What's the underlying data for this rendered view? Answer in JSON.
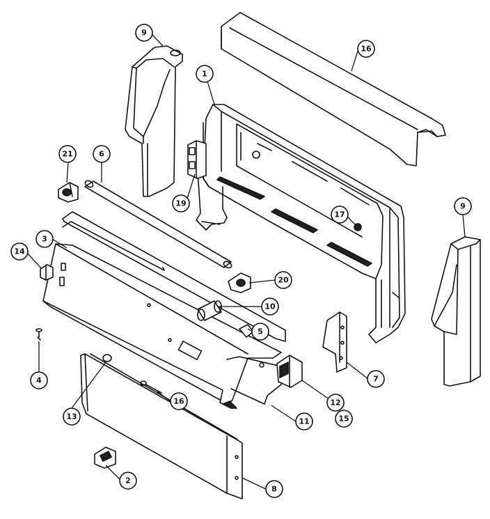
{
  "diagram": {
    "callouts": [
      {
        "id": "c9a",
        "label": "9"
      },
      {
        "id": "c16a",
        "label": "16"
      },
      {
        "id": "c1",
        "label": "1"
      },
      {
        "id": "c21",
        "label": "21"
      },
      {
        "id": "c6",
        "label": "6"
      },
      {
        "id": "c19",
        "label": "19"
      },
      {
        "id": "c17",
        "label": "17"
      },
      {
        "id": "c9b",
        "label": "9"
      },
      {
        "id": "c3",
        "label": "3"
      },
      {
        "id": "c14",
        "label": "14"
      },
      {
        "id": "c20",
        "label": "20"
      },
      {
        "id": "c10",
        "label": "10"
      },
      {
        "id": "c5",
        "label": "5"
      },
      {
        "id": "c7",
        "label": "7"
      },
      {
        "id": "c4",
        "label": "4"
      },
      {
        "id": "c16b",
        "label": "16"
      },
      {
        "id": "c12",
        "label": "12"
      },
      {
        "id": "c15",
        "label": "15"
      },
      {
        "id": "c13",
        "label": "13"
      },
      {
        "id": "c11",
        "label": "11"
      },
      {
        "id": "c2",
        "label": "2"
      },
      {
        "id": "c8",
        "label": "8"
      }
    ]
  }
}
